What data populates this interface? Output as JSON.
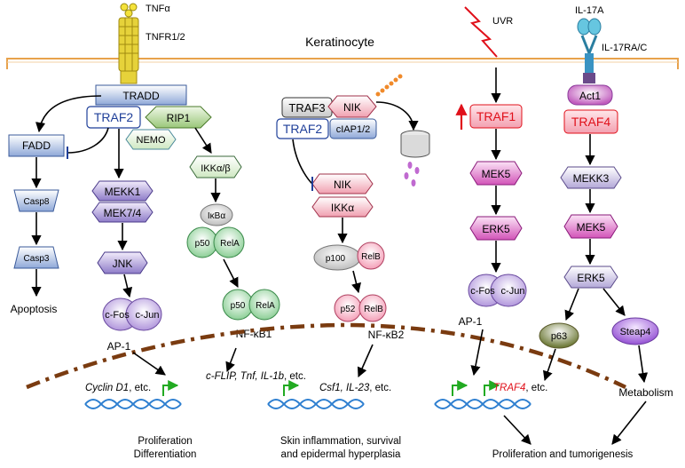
{
  "cell": {
    "label": "Keratinocyte"
  },
  "receptors": {
    "tnfa": "TNFα",
    "tnfr": "TNFR1/2",
    "uvr": "UVR",
    "il17a": "IL-17A",
    "il17r": "IL-17RA/C"
  },
  "path1": {
    "tradd": "TRADD",
    "traf2": "TRAF2",
    "rip1": "RIP1",
    "nemo": "NEMO",
    "fadd": "FADD",
    "casp8": "Casp8",
    "casp3": "Casp3",
    "apoptosis": "Apoptosis",
    "mekk1": "MEKK1",
    "mek74": "MEK7/4",
    "jnk": "JNK",
    "cfos": "c-Fos",
    "cjun": "c-Jun",
    "ap1": "AP-1",
    "ikkab": "IKKα/β",
    "ikba": "IκBα",
    "p50a": "p50",
    "rela_a": "RelA",
    "p50b": "p50",
    "rela_b": "RelA",
    "nfkb1": "NF-κB1"
  },
  "path2": {
    "traf3": "TRAF3",
    "nik_top": "NIK",
    "traf2": "TRAF2",
    "ciap": "cIAP1/2",
    "nik": "NIK",
    "ikka": "IKKα",
    "p100": "p100",
    "relb_a": "RelB",
    "p52": "p52",
    "relb_b": "RelB",
    "nfkb2": "NF-κB2"
  },
  "path3": {
    "traf1": "TRAF1",
    "mek5": "MEK5",
    "erk5": "ERK5",
    "cfos": "c-Fos",
    "cjun": "c-Jun",
    "ap1": "AP-1"
  },
  "path4": {
    "act1": "Act1",
    "traf4": "TRAF4",
    "mekk3": "MEKK3",
    "mek5": "MEK5",
    "erk5": "ERK5",
    "p63": "p63",
    "steap4": "Steap4",
    "metabolism": "Metabolism"
  },
  "genes": {
    "g1_italic": "Cyclin D1",
    "g1_tail": ", etc.",
    "g2_italic": "c-FLIP, Tnf, IL-1b",
    "g2_tail": ", etc.",
    "g3_italic": "Csf1, IL-23",
    "g3_tail": ", etc.",
    "g4_italic": "TRAF4",
    "g4_tail": ", etc."
  },
  "outcomes": {
    "o1_line1": "Proliferation",
    "o1_line2": "Differentiation",
    "o2_line1": "Skin inflammation, survival",
    "o2_line2": "and epidermal hyperplasia",
    "o3": "Proliferation and tumorigenesis"
  },
  "colors": {
    "membrane": "#e8a24c",
    "traf_blue": "#1f3f99",
    "traf_red": "#e0101a",
    "nucleus": "#7a3b10",
    "dna": "#2e7fd0",
    "tss": "#22aa22"
  }
}
